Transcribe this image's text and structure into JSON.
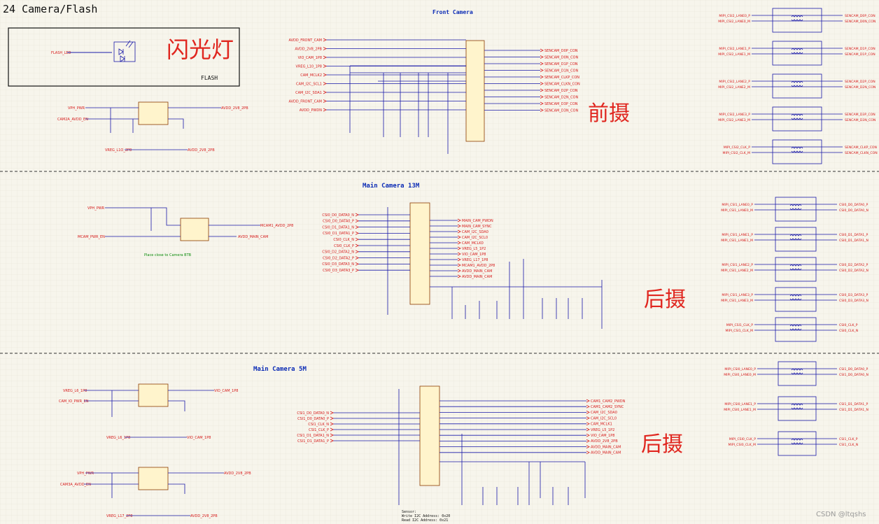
{
  "sheet": {
    "title": "24 Camera/Flash",
    "watermark": "CSDN @ltqshs",
    "colors": {
      "background": "#f7f5ec",
      "grid": "#e4e0cf",
      "wire": "#1a1aa8",
      "net_label": "#d61a1a",
      "annotation_red": "#e0261f",
      "title_blue": "#0b2bb5",
      "chip_fill": "#fff4cc",
      "chip_border": "#8a3a00",
      "green_note": "#0a8a0a",
      "divider": "#333333"
    }
  },
  "flash": {
    "label_cn": "闪光灯",
    "box_label": "FLASH",
    "net_in": "FLASH_LED"
  },
  "front": {
    "title": "Front Camera",
    "label_cn": "前摄",
    "ldo_in_1": "VPH_PWR",
    "ldo_in_2": "CAM2A_AVDD_EN",
    "ldo_out": "AVDD_2V8_2PB",
    "ldo_bottom_in": "VREG_L1O_2P8",
    "ldo_bottom_out": "AVDD_2V8_2PB",
    "conn_left": [
      "AVDD_FRONT_CAM",
      "AVDD_2V8_2PB",
      "VIO_CAM_1P8",
      "VREG_L10_1P8",
      "CAM_MCLK2",
      "CAM_I2C_SCL1",
      "CAM_I2C_SDA1",
      "AVDD_FRONT_CAM",
      "AVDD_PWDN"
    ],
    "conn_right": [
      "SENCAM_D0P_CON",
      "SENCAM_D0N_CON",
      "SENCAM_D1P_CON",
      "SENCAM_D1N_CON",
      "SENCAM_CLKP_CON",
      "SENCAM_CLKN_CON",
      "SENCAM_D2P_CON",
      "SENCAM_D2N_CON",
      "SENCAM_D3P_CON",
      "SENCAM_D3N_CON"
    ]
  },
  "main13": {
    "title": "Main Camera 13M",
    "label_cn": "后摄",
    "note": "Place close to Camera BTB",
    "ldo_in_1": "VPH_PWR",
    "ldo_in_2": "MCAM_PWR_EN",
    "ldo_out": "MCAM1_AVDD_2P8",
    "ldo_out_2": "AVDD_MAIN_CAM",
    "conn_left": [
      "CSI0_D0_DATA0_N",
      "CSI0_D0_DATA0_P",
      "CSI0_D1_DATA1_N",
      "CSI0_D1_DATA1_P",
      "CSI0_CLK_N",
      "CSI0_CLK_P",
      "CSI0_D2_DATA2_N",
      "CSI0_D2_DATA2_P",
      "CSI0_D3_DATA3_N",
      "CSI0_D3_DATA3_P"
    ],
    "conn_right": [
      "MAIN_CAM_PWDN",
      "MAIN_CAM_SYNC",
      "CAM_I2C_SDA0",
      "CAM_I2C_SCL0",
      "CAM_MCLK0",
      "VREG_L5_1P2",
      "VIO_CAM_1P8",
      "VREG_L17_1P8",
      "MCAM1_AVDD_2P8",
      "AVDD_MAIN_CAM",
      "AVDD_MAIN_CAM"
    ]
  },
  "main5": {
    "title": "Main Camera 5M",
    "label_cn": "后摄",
    "ldo1_in_1": "VREG_L6_1P8",
    "ldo1_in_2": "CAM_IO_PWR_EN",
    "ldo1_out": "VIO_CAM_1P8",
    "ldo1_bottom_in": "VREG_L6_1P8",
    "ldo1_bottom_out": "VIO_CAM_1P8",
    "ldo2_in_1": "VPH_PWR",
    "ldo2_in_2": "CAM3A_AVDD_EN",
    "ldo2_out": "AVDD_2V8_2PB",
    "ldo2_bottom_in": "VREG_L17_2P8",
    "ldo2_bottom_out": "AVDD_2V8_2PB",
    "conn_left": [
      "CSI1_D0_DATA0_N",
      "CSI1_D0_DATA0_P",
      "CSI1_CLK_N",
      "CSI1_CLK_P",
      "CSI1_D1_DATA1_N",
      "CSI1_D1_DATA1_P"
    ],
    "conn_right": [
      "CAM1_CAM2_PWDN",
      "CAM1_CAM2_SYNC",
      "CAM_I2C_SDA0",
      "CAM_I2C_SCL0",
      "CAM_MCLK1",
      "VREG_L5_1P2",
      "VIO_CAM_1P8",
      "AVDD_2V8_2PB",
      "AVDD_MAIN_CAM",
      "AVDD_MAIN_CAM"
    ],
    "footer_lines": [
      "Sensor:",
      "Write I2C Address: 0x20",
      "Read  I2C Address: 0x21"
    ]
  },
  "filters_front": [
    {
      "in_p": "MIPI_CSI2_LANE0_P",
      "in_n": "MIPI_CSI2_LANE0_M",
      "out_p": "SENCAM_D0P_CON",
      "out_n": "SENCAM_D0N_CON"
    },
    {
      "in_p": "MIPI_CSI2_LANE1_P",
      "in_n": "MIPI_CSI2_LANE1_M",
      "out_p": "SENCAM_D1P_CON",
      "out_n": "SENCAM_D1P_CON"
    },
    {
      "in_p": "MIPI_CSI2_LANE2_P",
      "in_n": "MIPI_CSI2_LANE2_M",
      "out_p": "SENCAM_D2P_CON",
      "out_n": "SENCAM_D2N_CON"
    },
    {
      "in_p": "MIPI_CSI2_LANE3_P",
      "in_n": "MIPI_CSI2_LANE3_M",
      "out_p": "SENCAM_D3P_CON",
      "out_n": "SENCAM_D3N_CON"
    },
    {
      "in_p": "MIPI_CSI2_CLK_P",
      "in_n": "MIPI_CSI2_CLK_M",
      "out_p": "SENCAM_CLKP_CON",
      "out_n": "SENCAM_CLKN_CON"
    }
  ],
  "filters_main13": [
    {
      "in_p": "MIPI_CSI1_LANE0_P",
      "in_n": "MIPI_CSI1_LANE0_M",
      "out_p": "CSI0_D0_DATA0_P",
      "out_n": "CSI0_D0_DATA0_N"
    },
    {
      "in_p": "MIPI_CSI1_LANE1_P",
      "in_n": "MIPI_CSI1_LANE1_M",
      "out_p": "CSI0_D1_DATA1_P",
      "out_n": "CSI0_D1_DATA1_N"
    },
    {
      "in_p": "MIPI_CSI1_LANE2_P",
      "in_n": "MIPI_CSI1_LANE2_M",
      "out_p": "CSI0_D2_DATA2_P",
      "out_n": "CSI0_D2_DATA2_N"
    },
    {
      "in_p": "MIPI_CSI1_LANE3_P",
      "in_n": "MIPI_CSI1_LANE3_M",
      "out_p": "CSI0_D3_DATA3_P",
      "out_n": "CSI0_D3_DATA3_N"
    },
    {
      "in_p": "MIPI_CSI1_CLK_P",
      "in_n": "MIPI_CSI1_CLK_M",
      "out_p": "CSI0_CLK_P",
      "out_n": "CSI0_CLK_N"
    }
  ],
  "filters_main5": [
    {
      "in_p": "MIPI_CSI0_LANE0_P",
      "in_n": "MIPI_CSI0_LANE0_M",
      "out_p": "CSI1_D0_DATA0_P",
      "out_n": "CSI1_D0_DATA0_N"
    },
    {
      "in_p": "MIPI_CSI0_LANE1_P",
      "in_n": "MIPI_CSI0_LANE1_M",
      "out_p": "CSI1_D1_DATA1_P",
      "out_n": "CSI1_D1_DATA1_N"
    },
    {
      "in_p": "MIPI_CSI0_CLK_P",
      "in_n": "MIPI_CSI0_CLK_M",
      "out_p": "CSI1_CLK_P",
      "out_n": "CSI1_CLK_N"
    }
  ]
}
